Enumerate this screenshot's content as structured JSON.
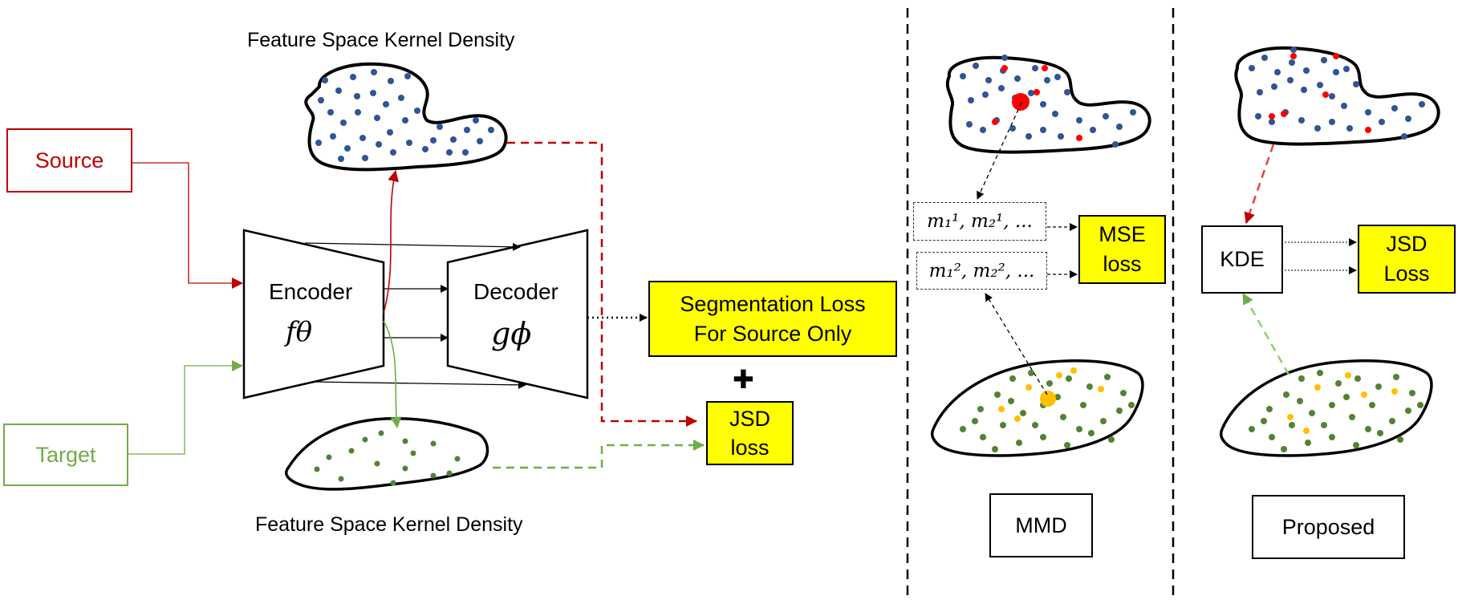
{
  "inputs": {
    "source": "Source",
    "target": "Target",
    "source_color": "#c00000",
    "target_color": "#70ad47"
  },
  "network": {
    "encoder_label": "Encoder",
    "encoder_symbol": "fθ",
    "decoder_label": "Decoder",
    "decoder_symbol": "gϕ"
  },
  "densities": {
    "top_caption": "Feature Space Kernel Density",
    "bottom_caption": "Feature Space Kernel Density"
  },
  "losses": {
    "segmentation_line1": "Segmentation Loss",
    "segmentation_line2": "For Source Only",
    "plus_symbol": "✚",
    "jsd_line1": "JSD",
    "jsd_line2": "loss"
  },
  "mmd_panel": {
    "moments_1": "m₁¹, m₂¹, ...",
    "moments_2": "m₁², m₂², ...",
    "mse_line1": "MSE",
    "mse_line2": "loss",
    "caption": "MMD"
  },
  "proposed_panel": {
    "kde_label": "KDE",
    "jsd_line1": "JSD",
    "jsd_line2": "Loss",
    "caption": "Proposed"
  },
  "colors": {
    "blue_dot": "#2f5597",
    "green_dot": "#548235",
    "red_dot": "#ff0000",
    "yellow_dot": "#ffc000",
    "loss_fill": "#ffff00"
  }
}
